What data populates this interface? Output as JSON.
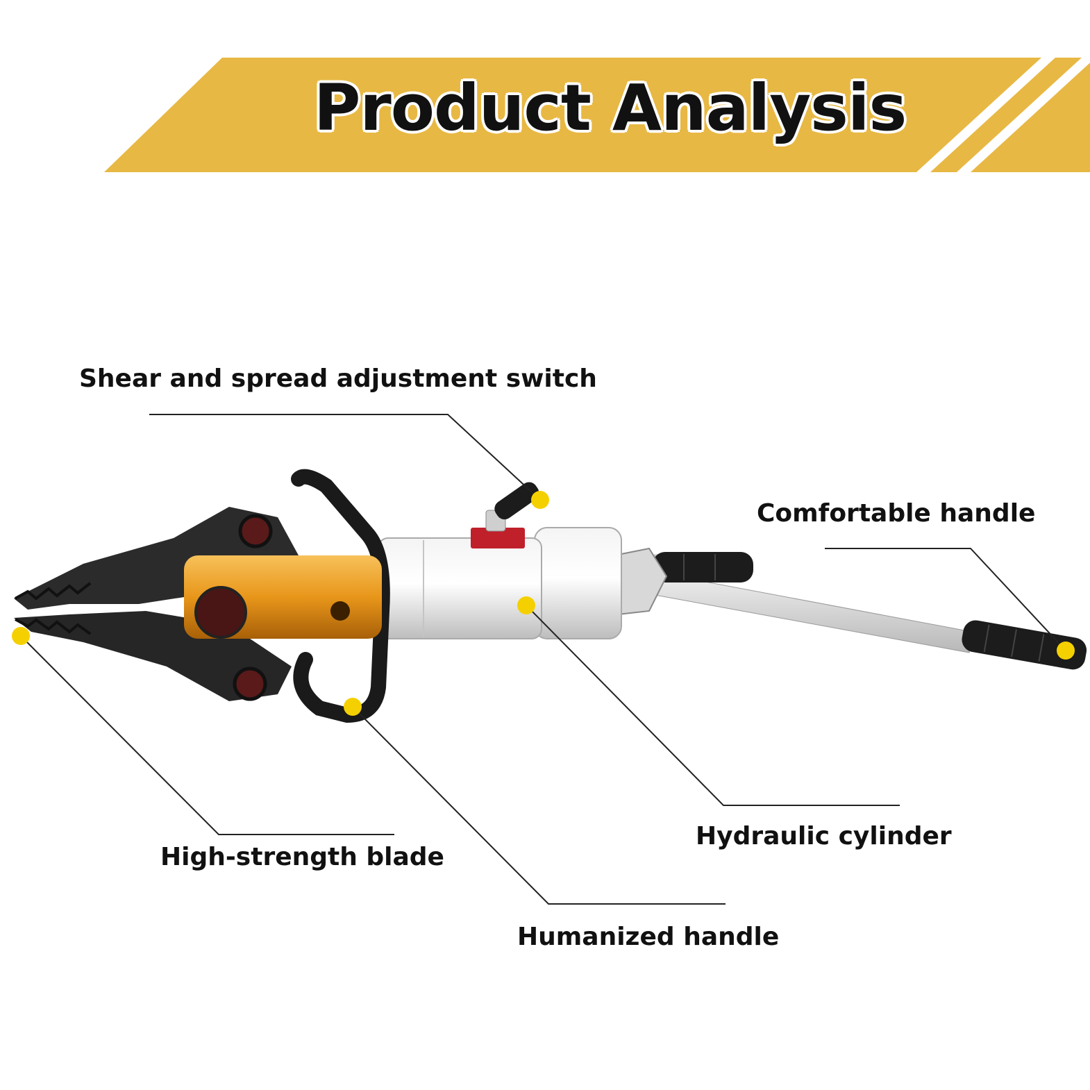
{
  "banner": {
    "title": "Product Analysis",
    "color": "#e8b844"
  },
  "callouts": {
    "switch": "Shear and spread adjustment switch",
    "comfortable_handle": "Comfortable handle",
    "hydraulic_cylinder": "Hydraulic cylinder",
    "blade": "High-strength blade",
    "humanized_handle": "Humanized handle"
  },
  "colors": {
    "marker": "#f5d000",
    "leader_line": "#222222",
    "cylinder_body": "#d9d9d9",
    "piston": "#f0a020",
    "blade": "#2b2b2b",
    "grip": "#1c1c1c",
    "switch_block": "#c0202a"
  }
}
